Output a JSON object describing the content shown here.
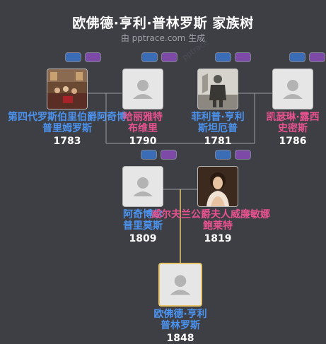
{
  "header": {
    "title": "欧佛德·亨利·普林罗斯 家族树",
    "subtitle": "由 pptrace.com 生成"
  },
  "people": {
    "p1": {
      "name_line1": "第四代罗斯伯里伯爵阿奇博",
      "name_line2": "普里姆罗斯",
      "year": "1783",
      "gender": "male",
      "photo": "painting"
    },
    "p2": {
      "name_line1": "哈丽雅特",
      "name_line2": "布维里",
      "year": "1790",
      "gender": "female",
      "photo": "placeholder"
    },
    "p3": {
      "name_line1": "菲利普·亨利",
      "name_line2": "斯坦厄普",
      "year": "1781",
      "gender": "male",
      "photo": "engraving"
    },
    "p4": {
      "name_line1": "凯瑟琳·露西",
      "name_line2": "史密斯",
      "year": "1786",
      "gender": "female",
      "photo": "placeholder"
    },
    "p5": {
      "name_line1": "阿奇博尔",
      "name_line2": "普里莫斯",
      "year": "1809",
      "gender": "male",
      "photo": "placeholder"
    },
    "p6": {
      "name_line1": "威尔夫兰公爵夫人威廉敏娜",
      "name_line2": "鲍莱特",
      "year": "1819",
      "gender": "female",
      "photo": "portrait"
    },
    "p7": {
      "name_line1": "欧佛德·亨利",
      "name_line2": "普林罗斯",
      "year": "1848",
      "gender": "male",
      "photo": "placeholder"
    }
  },
  "colors": {
    "background": "#3d3f45",
    "male": "#4c93ef",
    "female": "#e7528f",
    "line": "#9a9da4",
    "focus_line": "#e8c56a"
  }
}
